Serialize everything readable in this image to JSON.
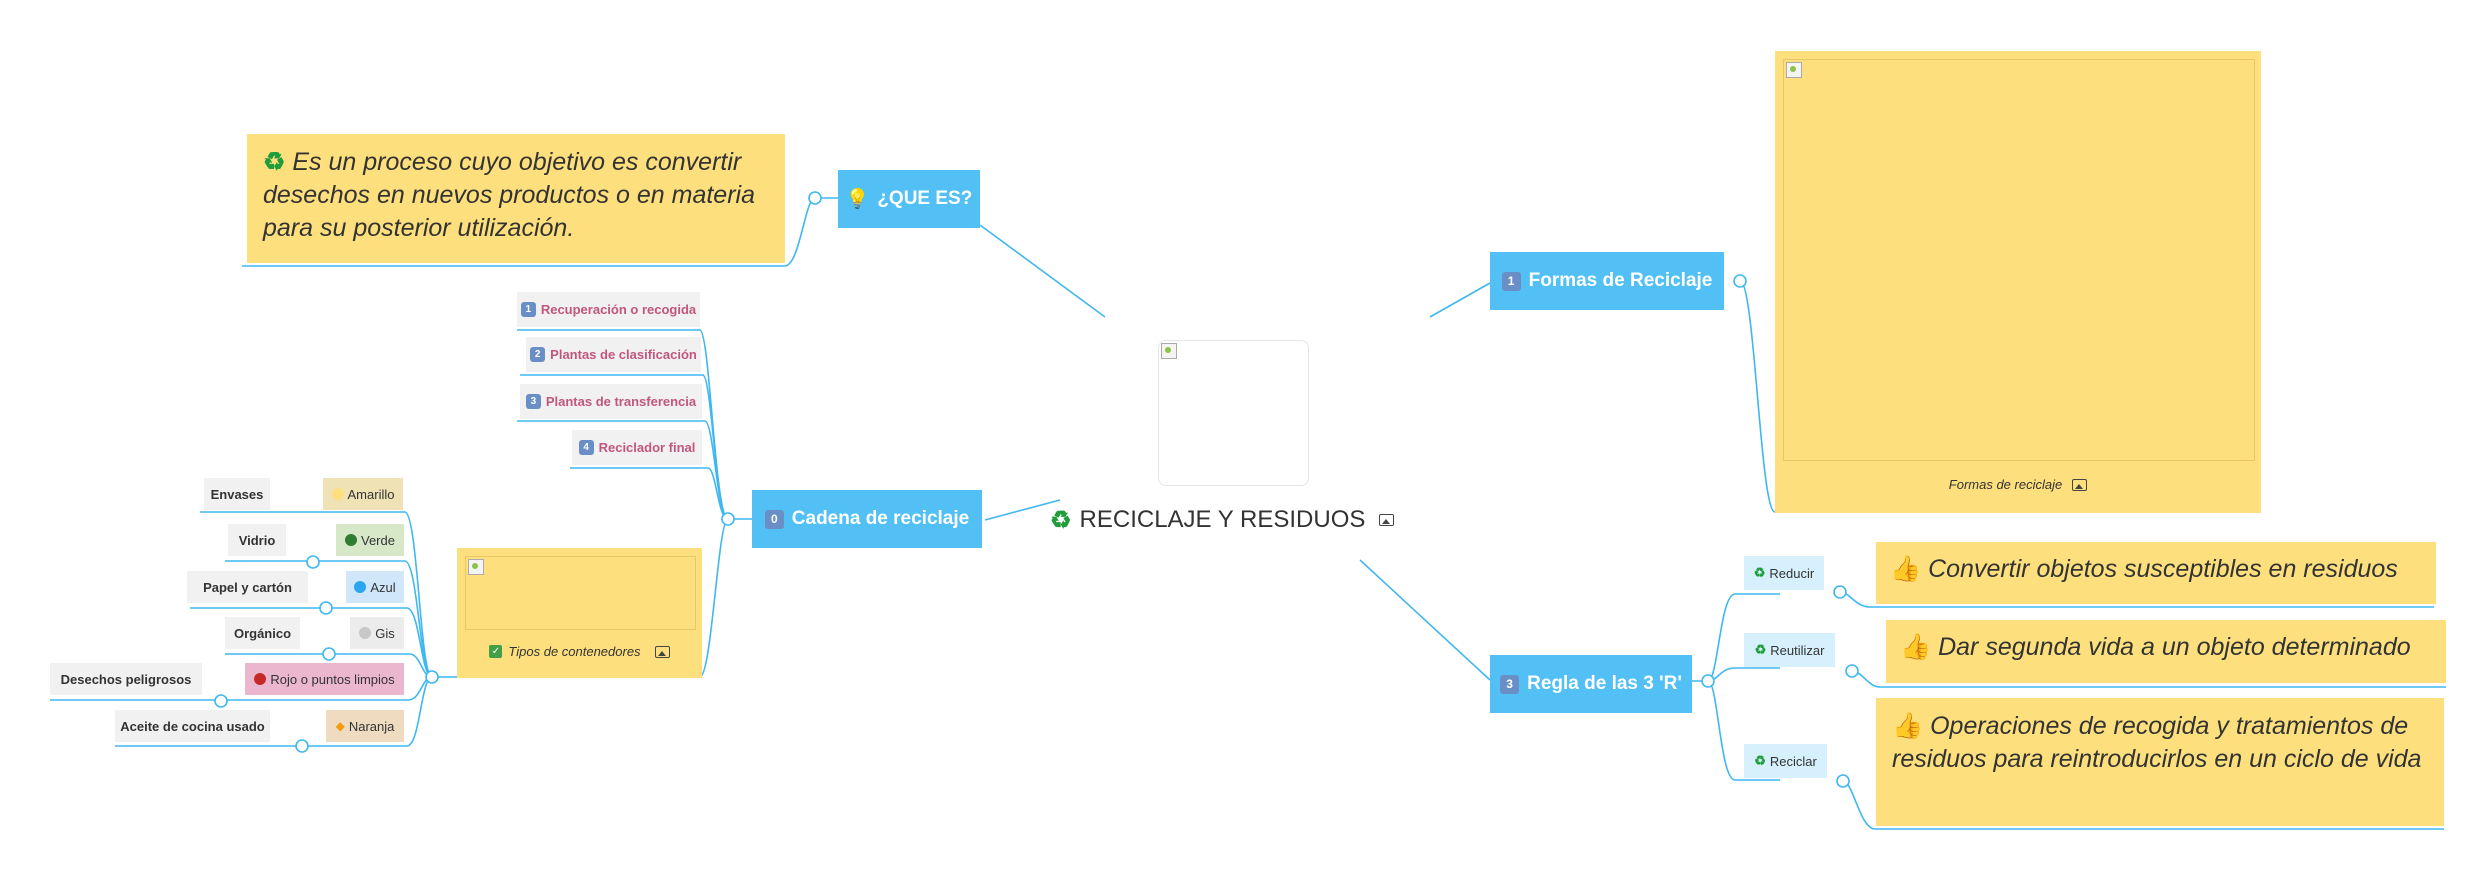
{
  "central": {
    "icon": "recycle-icon",
    "title": "RECICLAJE Y RESIDUOS"
  },
  "que_es": {
    "label": "¿QUE ES?",
    "icon": "lightbulb-icon",
    "note": "Es un proceso cuyo objetivo es convertir desechos en nuevos productos o en materia para su posterior utilización.",
    "note_icon": "recycle-icon"
  },
  "cadena": {
    "label": "Cadena de reciclaje",
    "number": "0",
    "steps": [
      {
        "num": "1",
        "label": "Recuperación o recogida"
      },
      {
        "num": "2",
        "label": "Plantas de clasificación"
      },
      {
        "num": "3",
        "label": "Plantas de transferencia"
      },
      {
        "num": "4",
        "label": "Reciclador final"
      }
    ],
    "contenedores": {
      "caption": "Tipos de contenedores",
      "check_icon": "check-icon",
      "items": [
        {
          "name": "Envases",
          "color": "Amarillo",
          "marker": "#fde07d",
          "tag_bg": "#efe2b5"
        },
        {
          "name": "Vidrio",
          "color": "Verde",
          "marker": "#2e7d32",
          "tag_bg": "#d7e8c9"
        },
        {
          "name": "Papel y cartón",
          "color": "Azul",
          "marker": "#2aa7f0",
          "tag_bg": "#cfe7f8"
        },
        {
          "name": "Orgánico",
          "color": "Gis",
          "marker": "#c8c8c8",
          "tag_bg": "#ececec"
        },
        {
          "name": "Desechos peligrosos",
          "color": "Rojo o puntos limpios",
          "marker": "#c62828",
          "tag_bg": "#ebb7cf"
        },
        {
          "name": "Aceite de cocina usado",
          "color": "Naranja",
          "marker": "#f39c12",
          "tag_bg": "#efdcc0"
        }
      ]
    }
  },
  "formas": {
    "label": "Formas de Reciclaje",
    "number": "1",
    "caption": "Formas de reciclaje"
  },
  "regla": {
    "label": "Regla de las 3 'R'",
    "number": "3",
    "items": [
      {
        "label": "Reducir",
        "note": "Convertir objetos susceptibles en residuos"
      },
      {
        "label": "Reutilizar",
        "note": "Dar segunda vida a un objeto determinado"
      },
      {
        "label": "Reciclar",
        "note": "Operaciones de recogida y tratamientos de residuos para reintroducirlos en un ciclo de vida"
      }
    ],
    "note_icon": "thumbs-up-icon"
  },
  "colors": {
    "topic": "#52c0f5",
    "line": "#3fb7f0",
    "note": "#fde07d",
    "pink_text": "#c2567f"
  }
}
